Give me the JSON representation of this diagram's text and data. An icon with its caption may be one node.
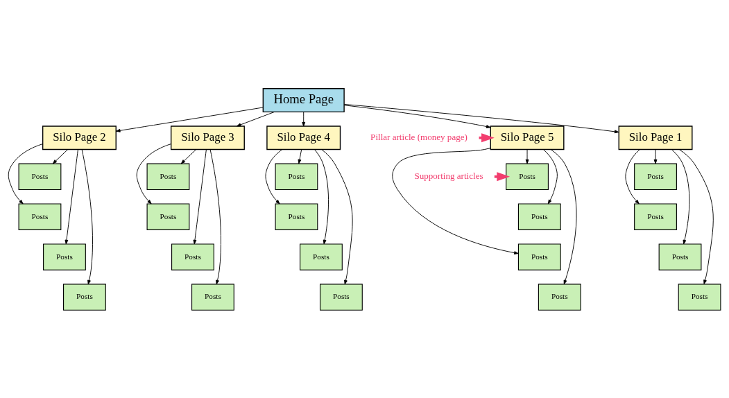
{
  "diagram": {
    "nodes": [
      {
        "text": [
          "Home Page"
        ]
      },
      {
        "text": [
          "Silo Page 1"
        ]
      },
      {
        "text": [
          "Silo Page 2"
        ]
      },
      {
        "text": [
          "Silo Page 3"
        ]
      },
      {
        "text": [
          "Silo Page 4"
        ]
      },
      {
        "text": [
          "Silo Page 5"
        ]
      },
      {
        "text": [
          "Posts"
        ]
      },
      {
        "text": [
          "Posts"
        ]
      },
      {
        "text": [
          "Posts"
        ]
      },
      {
        "text": [
          "Posts"
        ]
      },
      {
        "text": [
          "Posts"
        ]
      },
      {
        "text": [
          "Posts"
        ]
      },
      {
        "text": [
          "Posts"
        ]
      },
      {
        "text": [
          "Posts"
        ]
      },
      {
        "text": [
          "Posts"
        ]
      },
      {
        "text": [
          "Posts"
        ]
      },
      {
        "text": [
          "Posts"
        ]
      },
      {
        "text": [
          "Posts"
        ]
      },
      {
        "text": [
          "Posts"
        ]
      },
      {
        "text": [
          "Posts"
        ]
      },
      {
        "text": [
          "Posts"
        ]
      },
      {
        "text": [
          "Posts"
        ]
      },
      {
        "text": [
          "Posts"
        ]
      },
      {
        "text": [
          "Posts"
        ]
      },
      {
        "text": [
          "Posts"
        ]
      },
      {
        "text": [
          "Posts"
        ]
      },
      {
        "text": [
          "Pillar article (money page)"
        ]
      },
      {
        "text": [
          "Supporting articles"
        ]
      }
    ],
    "edges": [
      {
        "from": 0,
        "to": 1,
        "arrow": "to"
      },
      {
        "from": 0,
        "to": 2,
        "arrow": "to"
      },
      {
        "from": 0,
        "to": 3,
        "arrow": "to"
      },
      {
        "from": 0,
        "to": 4,
        "arrow": "to"
      },
      {
        "from": 0,
        "to": 5,
        "arrow": "to"
      },
      {
        "from": 1,
        "to": 6,
        "arrow": "to"
      },
      {
        "from": 1,
        "to": 7,
        "arrow": "to"
      },
      {
        "from": 1,
        "to": 8,
        "arrow": "to"
      },
      {
        "from": 1,
        "to": 9,
        "arrow": "to"
      },
      {
        "from": 2,
        "to": 10,
        "arrow": "to"
      },
      {
        "from": 2,
        "to": 11,
        "arrow": "to"
      },
      {
        "from": 2,
        "to": 12,
        "arrow": "to"
      },
      {
        "from": 2,
        "to": 13,
        "arrow": "to"
      },
      {
        "from": 3,
        "to": 14,
        "arrow": "to"
      },
      {
        "from": 3,
        "to": 15,
        "arrow": "to"
      },
      {
        "from": 3,
        "to": 16,
        "arrow": "to"
      },
      {
        "from": 3,
        "to": 17,
        "arrow": "to"
      },
      {
        "from": 4,
        "to": 18,
        "arrow": "to"
      },
      {
        "from": 4,
        "to": 19,
        "arrow": "to"
      },
      {
        "from": 4,
        "to": 20,
        "arrow": "to"
      },
      {
        "from": 4,
        "to": 21,
        "arrow": "to"
      },
      {
        "from": 5,
        "to": 22,
        "arrow": "to"
      },
      {
        "from": 5,
        "to": 23,
        "arrow": "to"
      },
      {
        "from": 5,
        "to": 24,
        "arrow": "to"
      },
      {
        "from": 5,
        "to": 25,
        "arrow": "to"
      },
      {
        "from": 26,
        "to": 5,
        "arrow": "to",
        "style": "thick",
        "color": "#f23d6e"
      },
      {
        "from": 27,
        "to": 22,
        "arrow": "to",
        "style": "thick",
        "color": "#f23d6e"
      }
    ]
  }
}
